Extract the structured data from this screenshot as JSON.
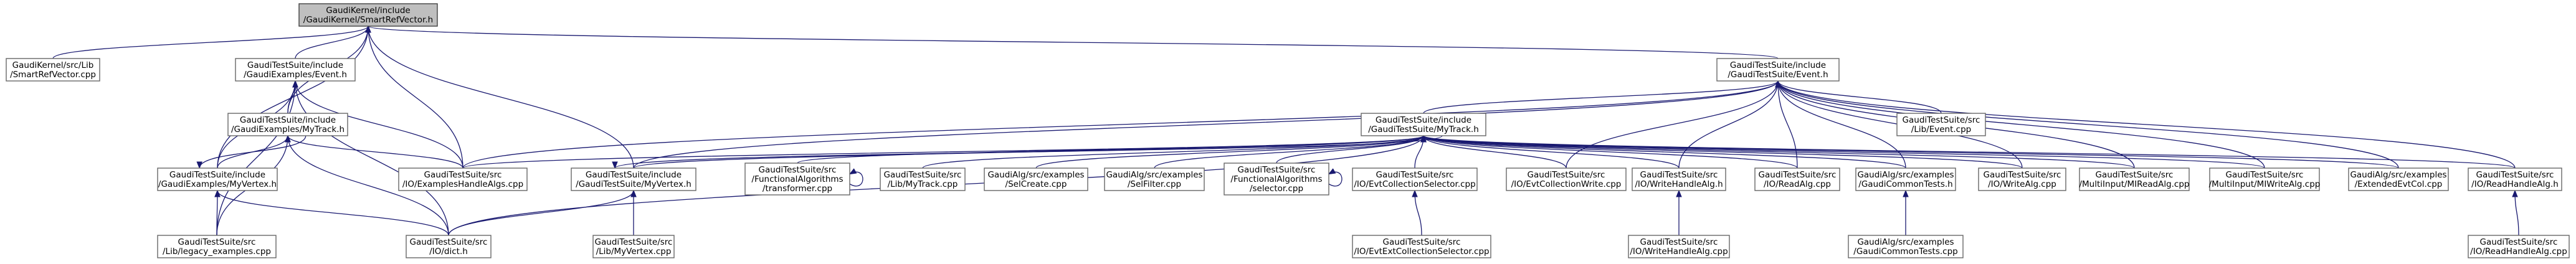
{
  "nodes": [
    {
      "id": "smartref_h",
      "lines": [
        "GaudiKernel/include",
        "/GaudiKernel/SmartRefVector.h"
      ],
      "root": true
    },
    {
      "id": "smartref_cpp",
      "lines": [
        "GaudiKernel/src/Lib",
        "/SmartRefVector.cpp"
      ]
    },
    {
      "id": "ex_event_h",
      "lines": [
        "GaudiTestSuite/include",
        "/GaudiExamples/Event.h"
      ]
    },
    {
      "id": "ts_event_h",
      "lines": [
        "GaudiTestSuite/include",
        "/GaudiTestSuite/Event.h"
      ]
    },
    {
      "id": "ex_mytrack_h",
      "lines": [
        "GaudiTestSuite/include",
        "/GaudiExamples/MyTrack.h"
      ]
    },
    {
      "id": "ts_mytrack_h",
      "lines": [
        "GaudiTestSuite/include",
        "/GaudiTestSuite/MyTrack.h"
      ]
    },
    {
      "id": "ts_lib_event",
      "lines": [
        "GaudiTestSuite/src",
        "/Lib/Event.cpp"
      ]
    },
    {
      "id": "ex_myvertex_h",
      "lines": [
        "GaudiTestSuite/include",
        "/GaudiExamples/MyVertex.h"
      ]
    },
    {
      "id": "ex_handle_algs",
      "lines": [
        "GaudiTestSuite/src",
        "/IO/ExamplesHandleAlgs.cpp"
      ]
    },
    {
      "id": "ts_myvertex_h",
      "lines": [
        "GaudiTestSuite/include",
        "/GaudiTestSuite/MyVertex.h"
      ]
    },
    {
      "id": "func_transformer",
      "lines": [
        "GaudiTestSuite/src",
        "/FunctionalAlgorithms",
        "/transformer.cpp"
      ]
    },
    {
      "id": "lib_mytrack",
      "lines": [
        "GaudiTestSuite/src",
        "/Lib/MyTrack.cpp"
      ]
    },
    {
      "id": "selcreate",
      "lines": [
        "GaudiAlg/src/examples",
        "/SelCreate.cpp"
      ]
    },
    {
      "id": "selfilter",
      "lines": [
        "GaudiAlg/src/examples",
        "/SelFilter.cpp"
      ]
    },
    {
      "id": "func_selector",
      "lines": [
        "GaudiTestSuite/src",
        "/FunctionalAlgorithms",
        "/selector.cpp"
      ]
    },
    {
      "id": "evtcolsel",
      "lines": [
        "GaudiTestSuite/src",
        "/IO/EvtCollectionSelector.cpp"
      ]
    },
    {
      "id": "evtcolwrite",
      "lines": [
        "GaudiTestSuite/src",
        "/IO/EvtCollectionWrite.cpp"
      ]
    },
    {
      "id": "writehandle_h",
      "lines": [
        "GaudiTestSuite/src",
        "/IO/WriteHandleAlg.h"
      ]
    },
    {
      "id": "readalg",
      "lines": [
        "GaudiTestSuite/src",
        "/IO/ReadAlg.cpp"
      ]
    },
    {
      "id": "commontests_h",
      "lines": [
        "GaudiAlg/src/examples",
        "/GaudiCommonTests.h"
      ]
    },
    {
      "id": "writealg",
      "lines": [
        "GaudiTestSuite/src",
        "/IO/WriteAlg.cpp"
      ]
    },
    {
      "id": "mirreadalg",
      "lines": [
        "GaudiTestSuite/src",
        "/MultiInput/MIReadAlg.cpp"
      ]
    },
    {
      "id": "miwritealg",
      "lines": [
        "GaudiTestSuite/src",
        "/MultiInput/MIWriteAlg.cpp"
      ]
    },
    {
      "id": "extevtcol",
      "lines": [
        "GaudiAlg/src/examples",
        "/ExtendedEvtCol.cpp"
      ]
    },
    {
      "id": "readhandle_h",
      "lines": [
        "GaudiTestSuite/src",
        "/IO/ReadHandleAlg.h"
      ]
    },
    {
      "id": "legacy_examples",
      "lines": [
        "GaudiTestSuite/src",
        "/Lib/legacy_examples.cpp"
      ]
    },
    {
      "id": "iodict",
      "lines": [
        "GaudiTestSuite/src",
        "/IO/dict.h"
      ]
    },
    {
      "id": "lib_myvertex",
      "lines": [
        "GaudiTestSuite/src",
        "/Lib/MyVertex.cpp"
      ]
    },
    {
      "id": "evtcolsel_extra",
      "lines": [
        "GaudiTestSuite/src",
        "/IO/EvtExtCollectionSelector.cpp"
      ]
    },
    {
      "id": "writehandle_cpp",
      "lines": [
        "GaudiTestSuite/src",
        "/IO/WriteHandleAlg.cpp"
      ]
    },
    {
      "id": "commontests_cpp",
      "lines": [
        "GaudiAlg/src/examples",
        "/GaudiCommonTests.cpp"
      ]
    },
    {
      "id": "readhandle_cpp",
      "lines": [
        "GaudiTestSuite/src",
        "/IO/ReadHandleAlg.cpp"
      ]
    }
  ],
  "edges": [
    [
      "smartref_h",
      "smartref_cpp"
    ],
    [
      "smartref_h",
      "ex_event_h"
    ],
    [
      "smartref_h",
      "ts_event_h"
    ],
    [
      "smartref_h",
      "ex_mytrack_h"
    ],
    [
      "smartref_h",
      "ex_myvertex_h"
    ],
    [
      "smartref_h",
      "ts_myvertex_h"
    ],
    [
      "smartref_h",
      "ex_handle_algs"
    ],
    [
      "ex_event_h",
      "ex_mytrack_h"
    ],
    [
      "ex_event_h",
      "ex_myvertex_h"
    ],
    [
      "ex_event_h",
      "ex_handle_algs"
    ],
    [
      "ex_event_h",
      "legacy_examples"
    ],
    [
      "ex_event_h",
      "iodict"
    ],
    [
      "ex_mytrack_h",
      "ex_myvertex_h"
    ],
    [
      "ex_mytrack_h",
      "ex_handle_algs"
    ],
    [
      "ex_mytrack_h",
      "legacy_examples"
    ],
    [
      "ex_mytrack_h",
      "iodict"
    ],
    [
      "ex_myvertex_h",
      "ex_mytrack_h"
    ],
    [
      "ex_myvertex_h",
      "legacy_examples"
    ],
    [
      "ex_myvertex_h",
      "iodict"
    ],
    [
      "ts_event_h",
      "ts_mytrack_h"
    ],
    [
      "ts_event_h",
      "ts_lib_event"
    ],
    [
      "ts_event_h",
      "ts_myvertex_h"
    ],
    [
      "ts_event_h",
      "ex_handle_algs"
    ],
    [
      "ts_event_h",
      "evtcolwrite"
    ],
    [
      "ts_event_h",
      "writehandle_h"
    ],
    [
      "ts_event_h",
      "readalg"
    ],
    [
      "ts_event_h",
      "commontests_h"
    ],
    [
      "ts_event_h",
      "writealg"
    ],
    [
      "ts_event_h",
      "mirreadalg"
    ],
    [
      "ts_event_h",
      "miwritealg"
    ],
    [
      "ts_event_h",
      "extevtcol"
    ],
    [
      "ts_event_h",
      "readhandle_h"
    ],
    [
      "ts_mytrack_h",
      "ts_myvertex_h"
    ],
    [
      "ts_mytrack_h",
      "ex_handle_algs"
    ],
    [
      "ts_mytrack_h",
      "func_transformer"
    ],
    [
      "ts_mytrack_h",
      "lib_mytrack"
    ],
    [
      "ts_mytrack_h",
      "selcreate"
    ],
    [
      "ts_mytrack_h",
      "selfilter"
    ],
    [
      "ts_mytrack_h",
      "func_selector"
    ],
    [
      "ts_mytrack_h",
      "evtcolsel"
    ],
    [
      "ts_mytrack_h",
      "evtcolwrite"
    ],
    [
      "ts_mytrack_h",
      "writehandle_h"
    ],
    [
      "ts_mytrack_h",
      "readalg"
    ],
    [
      "ts_mytrack_h",
      "commontests_h"
    ],
    [
      "ts_mytrack_h",
      "writealg"
    ],
    [
      "ts_mytrack_h",
      "mirreadalg"
    ],
    [
      "ts_mytrack_h",
      "miwritealg"
    ],
    [
      "ts_mytrack_h",
      "extevtcol"
    ],
    [
      "ts_mytrack_h",
      "readhandle_h"
    ],
    [
      "ts_mytrack_h",
      "iodict"
    ],
    [
      "ts_myvertex_h",
      "ts_mytrack_h"
    ],
    [
      "ts_myvertex_h",
      "iodict"
    ],
    [
      "ts_myvertex_h",
      "lib_myvertex"
    ],
    [
      "func_transformer",
      "func_transformer"
    ],
    [
      "func_selector",
      "func_selector"
    ],
    [
      "evtcolsel",
      "evtcolsel_extra"
    ],
    [
      "writehandle_h",
      "writehandle_cpp"
    ],
    [
      "commontests_h",
      "commontests_cpp"
    ],
    [
      "readhandle_h",
      "readhandle_cpp"
    ]
  ]
}
